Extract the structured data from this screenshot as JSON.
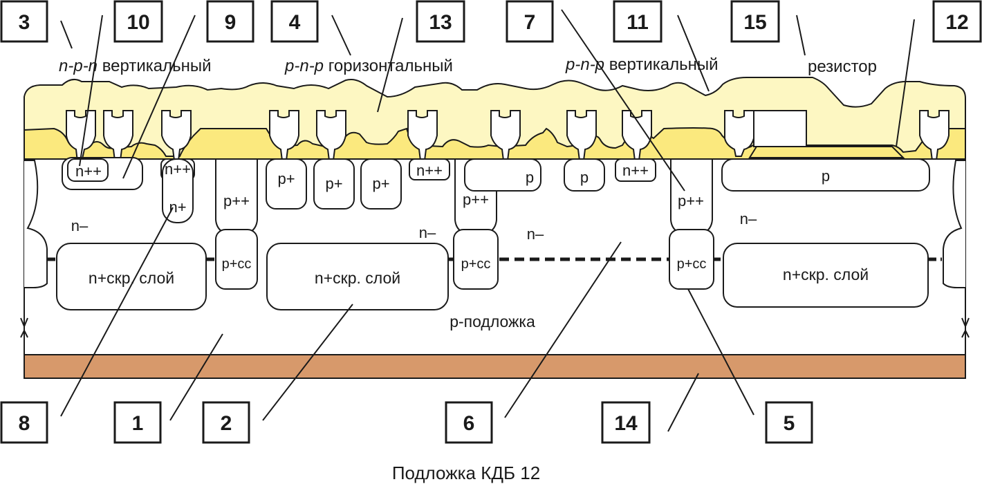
{
  "title": "Подложка КДБ 12",
  "callouts": [
    "3",
    "10",
    "9",
    "4",
    "13",
    "7",
    "11",
    "15",
    "12",
    "8",
    "1",
    "2",
    "6",
    "14",
    "5"
  ],
  "section_labels": {
    "npn_italic": "n-p-n",
    "npn_text": "вертикальный",
    "pnp_h_italic": "p-n-p",
    "pnp_h_text": "горизонтальный",
    "pnp_v_italic": "p-n-p",
    "pnp_v_text": "вертикальный",
    "resistor": "резистор"
  },
  "regions": {
    "npp": "n++",
    "np": "n+",
    "pp": "p++",
    "p_plus": "p+",
    "p": "p",
    "pcc": "p+cc",
    "n_minus": "n–",
    "buried": "n+скр. слой",
    "substrate": "p-подложка"
  },
  "colors": {
    "oxide_light": "#fdf7c2",
    "oxide_yellow": "#fbe97e",
    "substrate_metal": "#d7996b",
    "line": "#1a1a1a"
  }
}
